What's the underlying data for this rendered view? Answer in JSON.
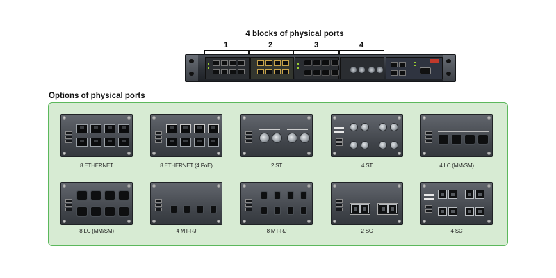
{
  "top_title": "4 blocks of physical ports",
  "block_numbers": [
    "1",
    "2",
    "3",
    "4"
  ],
  "options_title": "Options of physical ports",
  "options": [
    {
      "label": "8 ETHERNET"
    },
    {
      "label": "8 ETHERNET (4 PoE)"
    },
    {
      "label": "2 ST"
    },
    {
      "label": "4 ST"
    },
    {
      "label": "4 LC (MM/SM)"
    },
    {
      "label": "8 LC (MM/SM)"
    },
    {
      "label": "4 MT-RJ"
    },
    {
      "label": "8 MT-RJ"
    },
    {
      "label": "2 SC"
    },
    {
      "label": "4 SC"
    }
  ],
  "colors": {
    "panel_fill": "#d7ebd3",
    "panel_border": "#5cb85c",
    "chassis": "#2c3036"
  }
}
